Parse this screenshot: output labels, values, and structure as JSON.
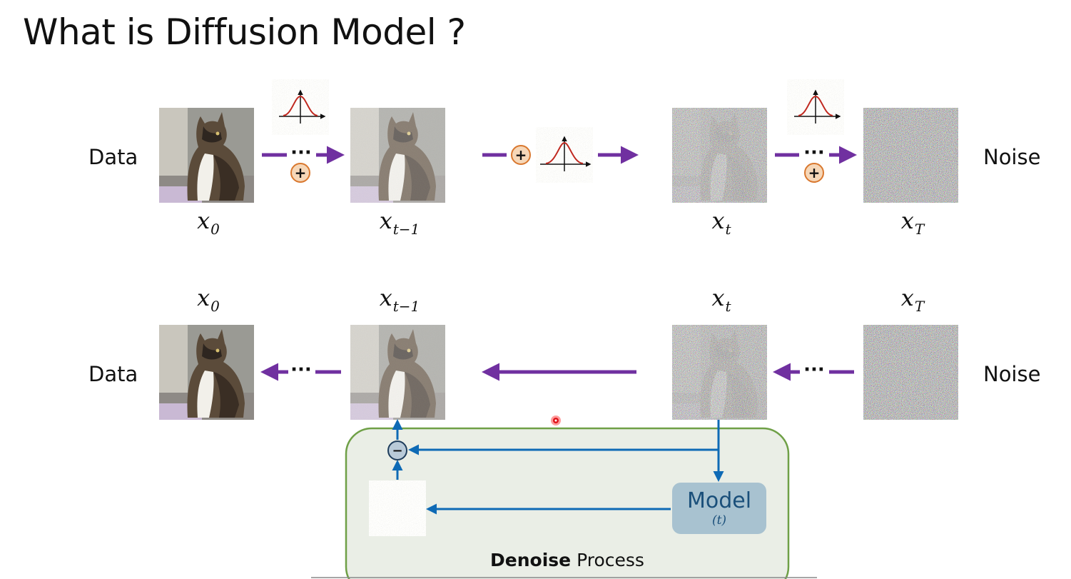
{
  "title": "What is Diffusion Model ?",
  "forward": {
    "left_label": "Data",
    "right_label": "Noise",
    "vars": [
      {
        "base": "x",
        "sub": "0"
      },
      {
        "base": "x",
        "sub": "t−1"
      },
      {
        "base": "x",
        "sub": "t"
      },
      {
        "base": "x",
        "sub": "T"
      }
    ],
    "ellipsis": "···",
    "plus_symbol": "+"
  },
  "reverse": {
    "left_label": "Data",
    "right_label": "Noise",
    "vars": [
      {
        "base": "x",
        "sub": "0"
      },
      {
        "base": "x",
        "sub": "t−1"
      },
      {
        "base": "x",
        "sub": "t"
      },
      {
        "base": "x",
        "sub": "T"
      }
    ],
    "ellipsis": "···"
  },
  "denoise": {
    "model_label": "Model",
    "model_param": "(t)",
    "minus_symbol": "−",
    "process_bold": "Denoise",
    "process_rest": " Process"
  },
  "colors": {
    "arrow_purple": "#7030a0",
    "arrow_blue": "#0e6ab5",
    "plus_fill": "#f6d7b8",
    "plus_stroke": "#d9782f",
    "panel_fill": "#eaeee6",
    "panel_stroke": "#6fa047",
    "model_fill": "#a8c2d0",
    "curve_red": "#c0281f"
  }
}
